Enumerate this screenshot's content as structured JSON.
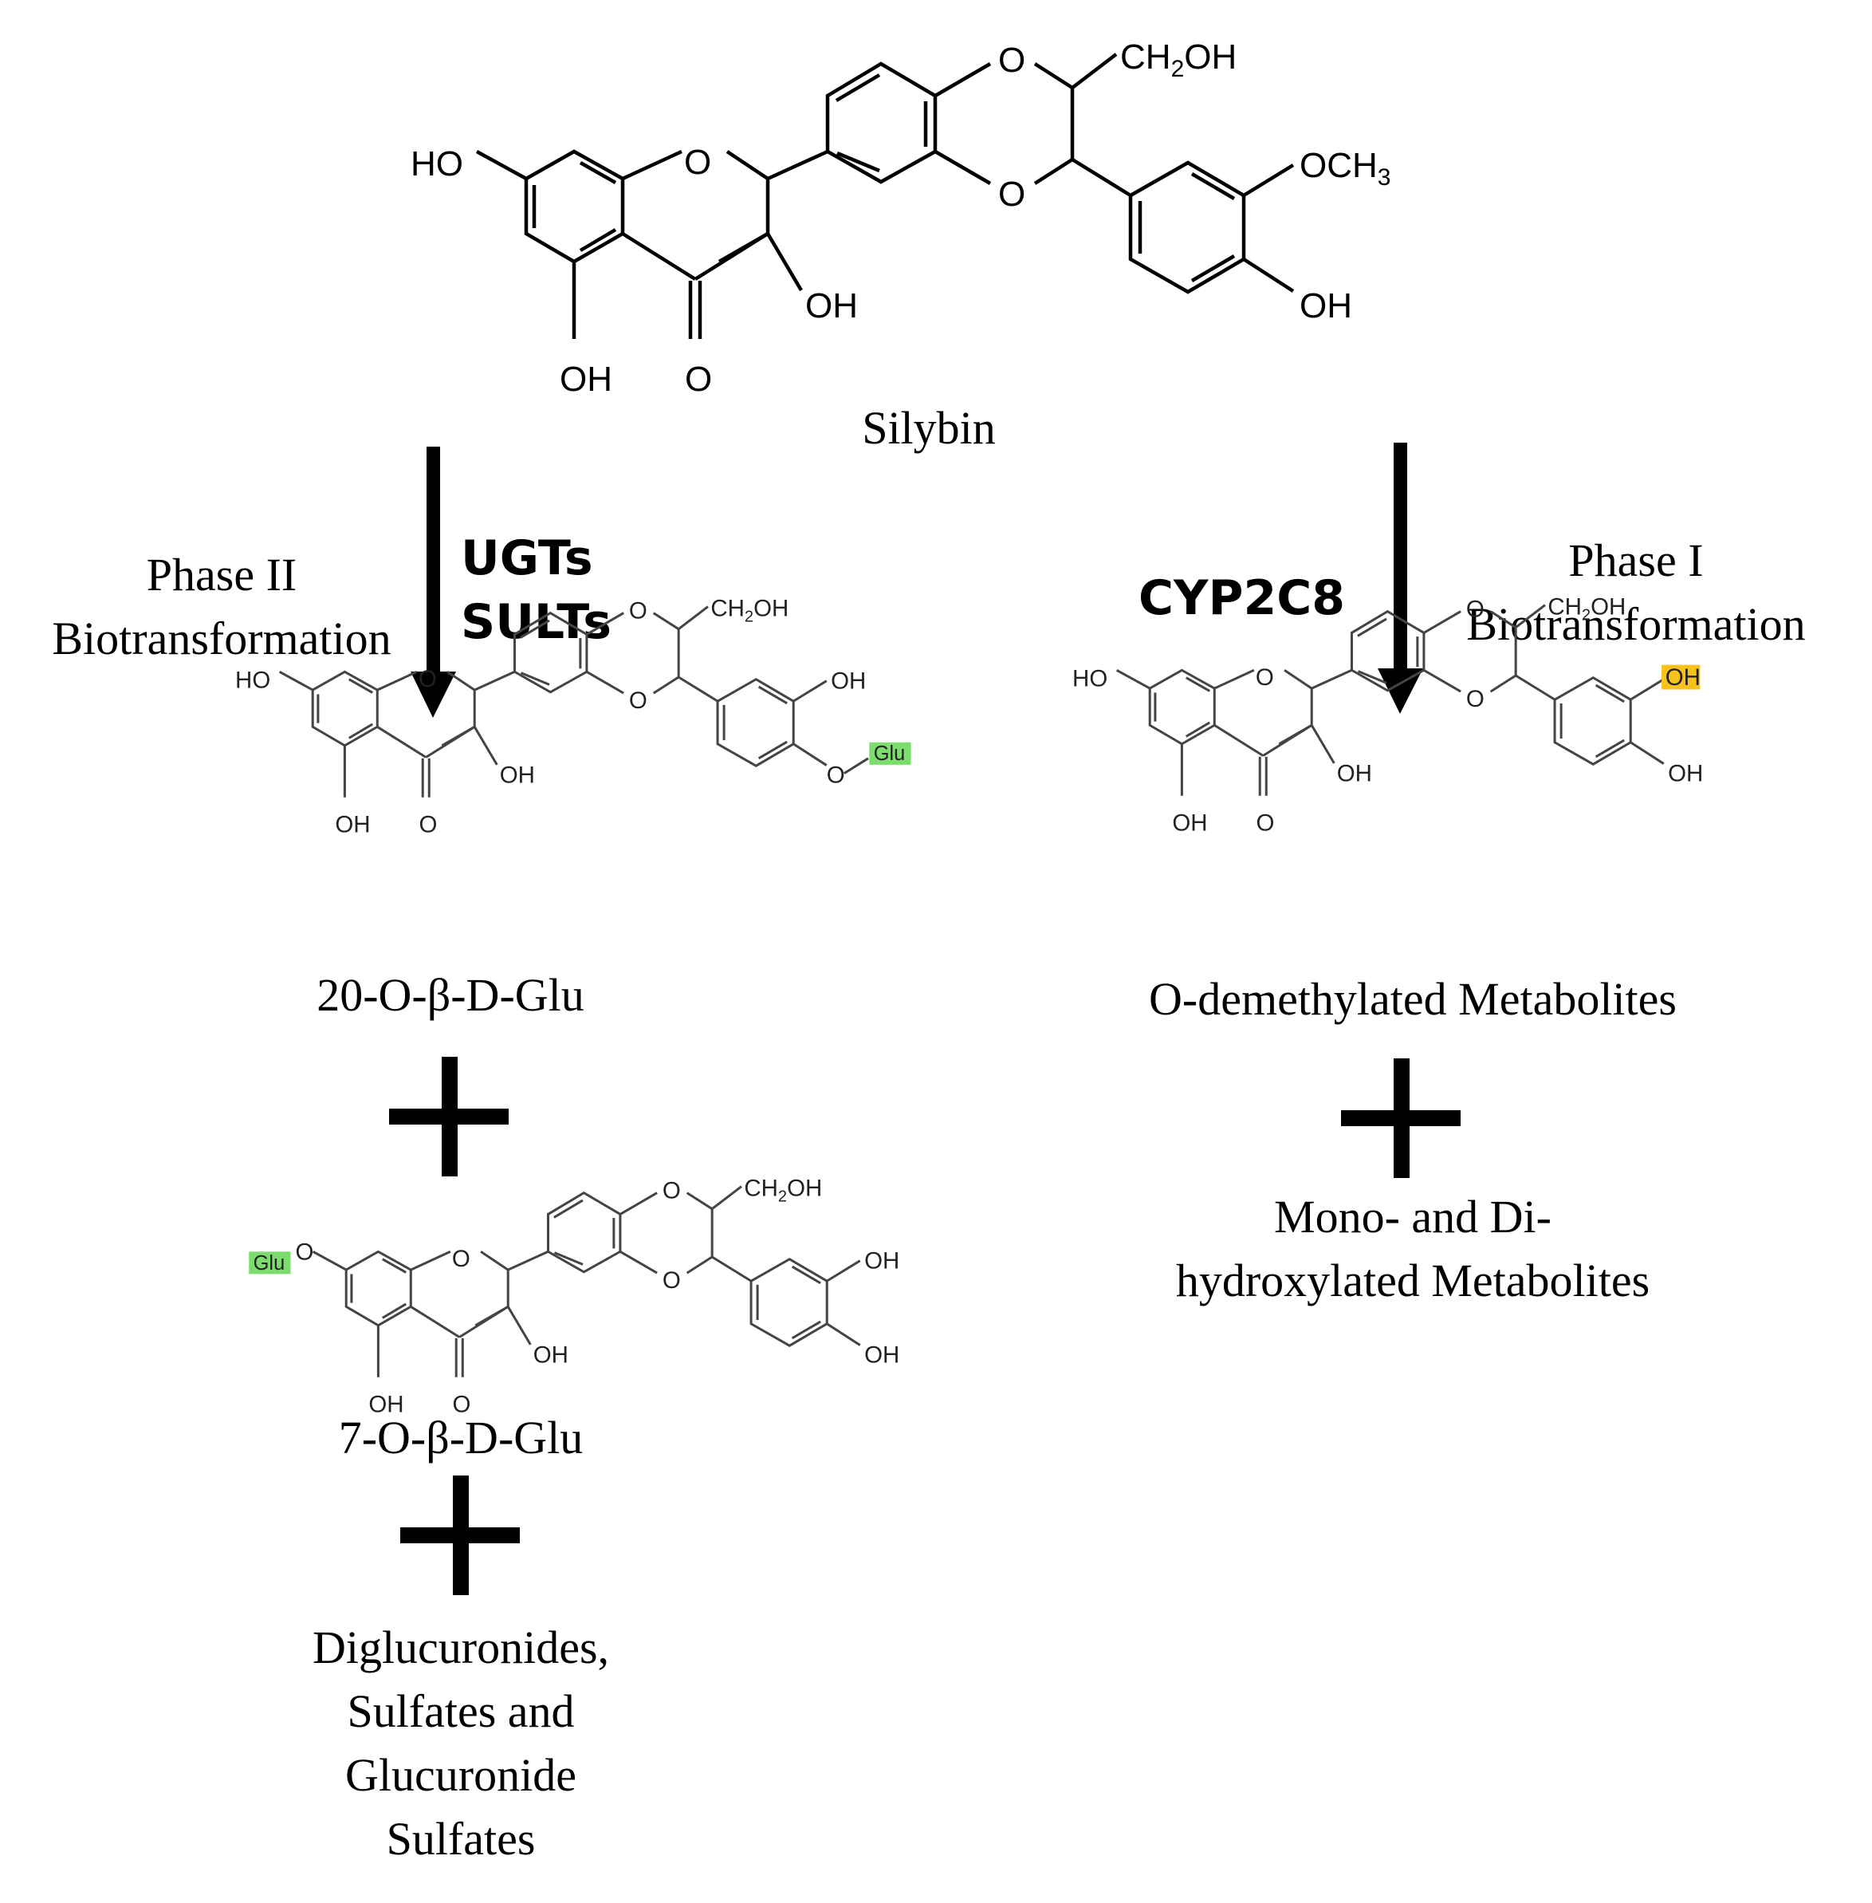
{
  "parent": {
    "name": "Silybin",
    "atoms": {
      "ho7": "HO",
      "o_ring": "O",
      "oh3": "OH",
      "oh5": "OH",
      "c_o": "O",
      "o_diox_top": "O",
      "o_diox_bot": "O",
      "ch2oh_pre": "CH",
      "ch2oh_sub": "2",
      "ch2oh_post": "OH",
      "och3_pre": "OCH",
      "och3_sub": "3",
      "oh_para": "OH"
    }
  },
  "left_branch": {
    "phase_line1": "Phase II",
    "phase_line2": "Biotransformation",
    "enzyme_line1": "UGTs",
    "enzyme_line2": "SULTs",
    "product1": {
      "name": "20-O-β-D-Glu",
      "atoms": {
        "ho7": "HO",
        "o_ring": "O",
        "oh3": "OH",
        "oh5": "OH",
        "c_o": "O",
        "o_diox_top": "O",
        "o_diox_bot": "O",
        "ch2oh_pre": "CH",
        "ch2oh_sub": "2",
        "ch2oh_post": "OH",
        "oh_meta": "OH",
        "o_link": "O",
        "glu": "Glu"
      }
    },
    "product2": {
      "name": "7-O-β-D-Glu",
      "atoms": {
        "glu": "Glu",
        "o_link": "O",
        "o_ring": "O",
        "oh3": "OH",
        "oh5": "OH",
        "c_o": "O",
        "o_diox_top": "O",
        "o_diox_bot": "O",
        "ch2oh_pre": "CH",
        "ch2oh_sub": "2",
        "ch2oh_post": "OH",
        "oh_meta": "OH",
        "oh_para": "OH"
      }
    },
    "plus_symbol": "+",
    "others_lines": [
      "Diglucuronides,",
      "Sulfates and",
      "Glucuronide",
      "Sulfates"
    ]
  },
  "right_branch": {
    "phase_line1": "Phase I",
    "phase_line2": "Biotransformation",
    "enzyme": "CYP2C8",
    "product": {
      "name": "O-demethylated Metabolites",
      "atoms": {
        "ho7": "HO",
        "o_ring": "O",
        "oh3": "OH",
        "oh5": "OH",
        "c_o": "O",
        "o_diox_top": "O",
        "o_diox_bot": "O",
        "ch2oh_pre": "CH",
        "ch2oh_sub": "2",
        "ch2oh_post": "OH",
        "oh_meta": "OH",
        "oh_para": "OH"
      }
    },
    "plus_symbol": "+",
    "others_lines": [
      "Mono- and Di-",
      "hydroxylated Metabolites"
    ]
  },
  "colors": {
    "glu_highlight": "#7ddc6e",
    "oh_highlight": "#f7c21c",
    "ink": "#000000",
    "bond_small": "#333333"
  }
}
